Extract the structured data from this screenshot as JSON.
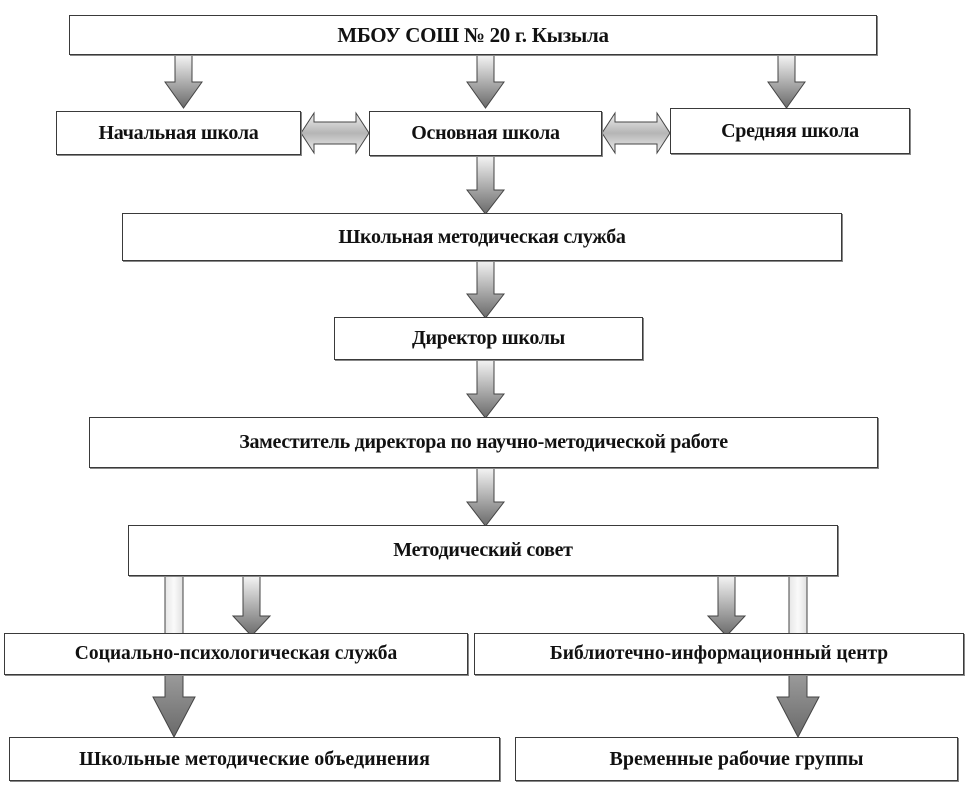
{
  "diagram": {
    "title": "МБОУ СОШ № 20 г. Кызыла",
    "schools": {
      "primary": "Начальная школа",
      "basic": "Основная школа",
      "secondary": "Средняя школа"
    },
    "method_service": "Школьная методическая служба",
    "director": "Директор школы",
    "deputy": "Заместитель директора  по научно-методической работе",
    "council": "Методический совет",
    "social_service": "Социально-психологическая служба",
    "library": "Библиотечно-информационный  центр",
    "associations": "Школьные методические  объединения",
    "working_groups": "Временные рабочие группы"
  },
  "colors": {
    "arrow_dark": "#6e6e6e",
    "arrow_light": "#f2f2f2",
    "border": "#3a3a3a"
  }
}
